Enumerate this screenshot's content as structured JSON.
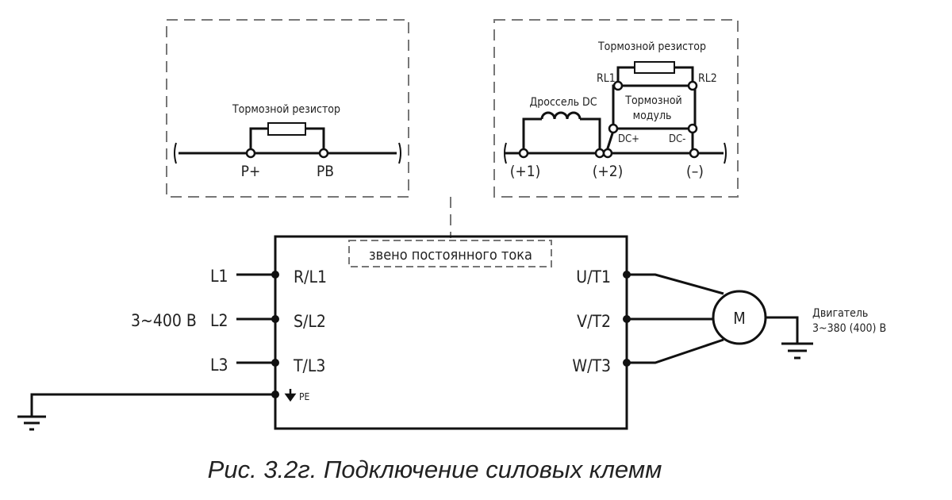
{
  "left_option": {
    "resistor_label": "Тормозной резистор",
    "terminal_p": "P+",
    "terminal_pb": "PB"
  },
  "right_option": {
    "resistor_label": "Тормозной резистор",
    "choke_label": "Дроссель DC",
    "module_label_1": "Тормозной",
    "module_label_2": "модуль",
    "rl1": "RL1",
    "rl2": "RL2",
    "dc_plus": "DC+",
    "dc_minus": "DC-",
    "t_plus1": "(+1)",
    "t_plus2": "(+2)",
    "t_minus": "(–)"
  },
  "dc_link_label": "звено постоянного тока",
  "inputs": {
    "supply": "3~400 В",
    "l1": "L1",
    "l2": "L2",
    "l3": "L3",
    "r": "R/L1",
    "s": "S/L2",
    "t": "T/L3",
    "pe": "PE"
  },
  "outputs": {
    "u": "U/T1",
    "v": "V/T2",
    "w": "W/T3",
    "motor_symbol": "M",
    "motor_label_1": "Двигатель",
    "motor_label_2": "3~380 (400) В"
  },
  "caption": "Рис. 3.2г. Подключение силовых клемм"
}
